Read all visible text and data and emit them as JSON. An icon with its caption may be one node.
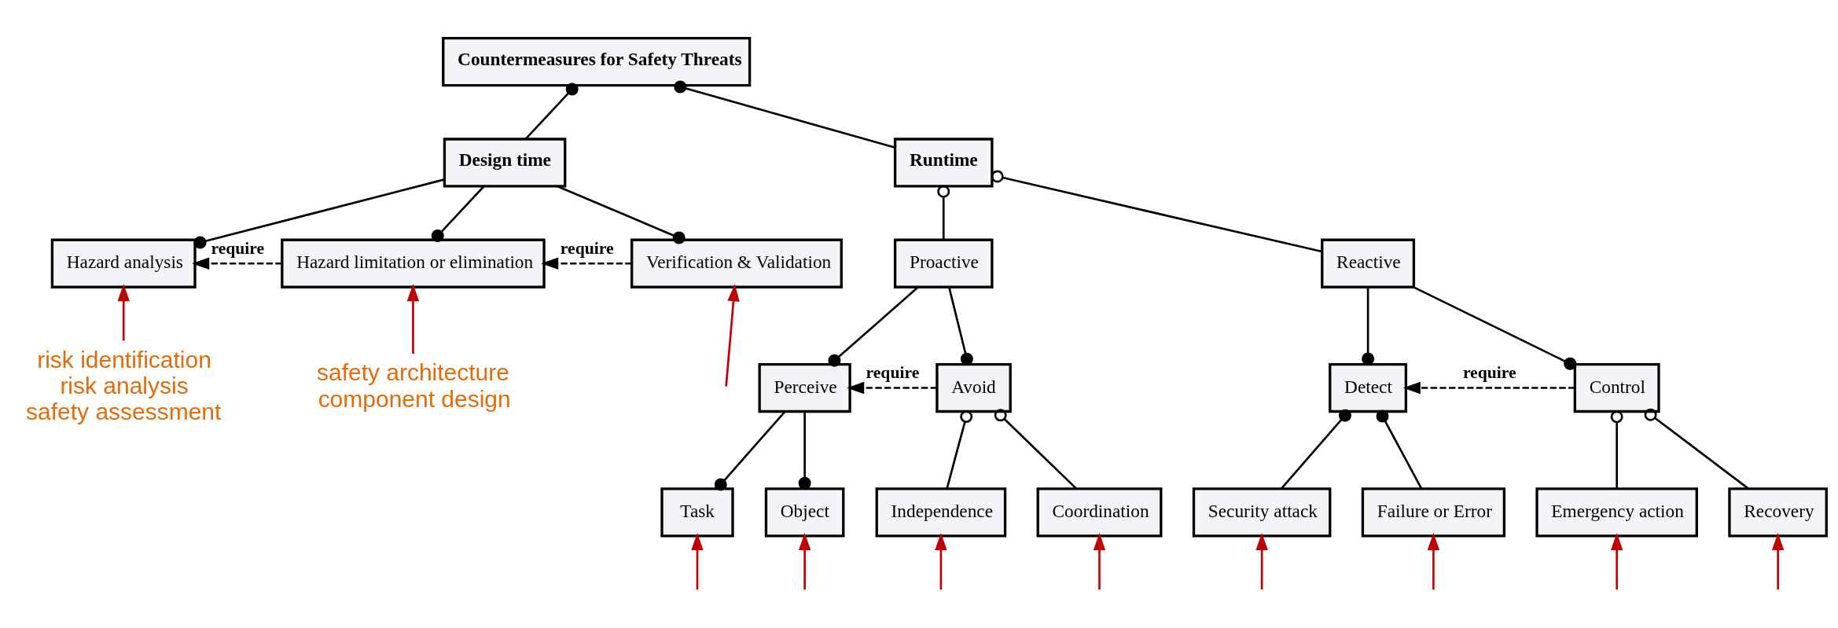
{
  "diagram": {
    "nodes": [
      {
        "text": [
          "Countermeasures for Safety Threats"
        ]
      },
      {
        "text": [
          "Design time"
        ]
      },
      {
        "text": [
          "Runtime"
        ]
      },
      {
        "text": [
          "Hazard analysis"
        ]
      },
      {
        "text": [
          "Hazard limitation or elimination"
        ]
      },
      {
        "text": [
          "Verification & Validation"
        ]
      },
      {
        "text": [
          "Proactive"
        ]
      },
      {
        "text": [
          "Reactive"
        ]
      },
      {
        "text": [
          "Perceive"
        ]
      },
      {
        "text": [
          "Avoid"
        ]
      },
      {
        "text": [
          "Task"
        ]
      },
      {
        "text": [
          "Object"
        ]
      },
      {
        "text": [
          "Independence"
        ]
      },
      {
        "text": [
          "Coordination"
        ]
      },
      {
        "text": [
          "Detect"
        ]
      },
      {
        "text": [
          "Control"
        ]
      },
      {
        "text": [
          "Security attack"
        ]
      },
      {
        "text": [
          "Failure or Error"
        ]
      },
      {
        "text": [
          "Emergency action"
        ]
      },
      {
        "text": [
          "Recovery"
        ]
      },
      {
        "text": [
          "risk identification",
          "risk analysis",
          "safety assessment"
        ]
      },
      {
        "text": [
          "safety architecture",
          "component design"
        ]
      }
    ],
    "edges": [
      {
        "from": 0,
        "to": 1,
        "arrow": "other"
      },
      {
        "from": 0,
        "to": 2,
        "arrow": "other"
      },
      {
        "from": 1,
        "to": 3,
        "arrow": "other"
      },
      {
        "from": 1,
        "to": 4,
        "arrow": "other"
      },
      {
        "from": 1,
        "to": 5,
        "arrow": "other"
      },
      {
        "from": 2,
        "to": 6,
        "arrow": "other"
      },
      {
        "from": 2,
        "to": 7,
        "arrow": "other"
      },
      {
        "from": 6,
        "to": 8,
        "arrow": "other"
      },
      {
        "from": 6,
        "to": 9,
        "arrow": "other"
      },
      {
        "from": 7,
        "to": 14,
        "arrow": "other"
      },
      {
        "from": 7,
        "to": 15,
        "arrow": "other"
      },
      {
        "from": 8,
        "to": 10,
        "arrow": "other"
      },
      {
        "from": 8,
        "to": 11,
        "arrow": "other"
      },
      {
        "from": 9,
        "to": 12,
        "arrow": "other"
      },
      {
        "from": 9,
        "to": 13,
        "arrow": "other"
      },
      {
        "from": 14,
        "to": 16,
        "arrow": "other"
      },
      {
        "from": 14,
        "to": 17,
        "arrow": "other"
      },
      {
        "from": 15,
        "to": 18,
        "arrow": "other"
      },
      {
        "from": 15,
        "to": 19,
        "arrow": "other"
      },
      {
        "from": 4,
        "to": 3,
        "arrow": "to",
        "label": "require",
        "style": "dashed"
      },
      {
        "from": 5,
        "to": 4,
        "arrow": "to",
        "label": "require",
        "style": "dashed"
      },
      {
        "from": 9,
        "to": 8,
        "arrow": "to",
        "label": "require",
        "style": "dashed"
      },
      {
        "from": 15,
        "to": 14,
        "arrow": "to",
        "label": "require",
        "style": "dashed"
      },
      {
        "from": 20,
        "to": 3,
        "arrow": "to",
        "color": "#c00000"
      },
      {
        "from": 21,
        "to": 4,
        "arrow": "to",
        "color": "#c00000"
      },
      {
        "from": null,
        "to": 5,
        "arrow": "to",
        "color": "#c00000"
      },
      {
        "from": null,
        "to": 10,
        "arrow": "to",
        "color": "#c00000"
      },
      {
        "from": null,
        "to": 11,
        "arrow": "to",
        "color": "#c00000"
      },
      {
        "from": null,
        "to": 12,
        "arrow": "to",
        "color": "#c00000"
      },
      {
        "from": null,
        "to": 13,
        "arrow": "to",
        "color": "#c00000"
      },
      {
        "from": null,
        "to": 16,
        "arrow": "to",
        "color": "#c00000"
      },
      {
        "from": null,
        "to": 17,
        "arrow": "to",
        "color": "#c00000"
      },
      {
        "from": null,
        "to": 18,
        "arrow": "to",
        "color": "#c00000"
      },
      {
        "from": null,
        "to": 19,
        "arrow": "to",
        "color": "#c00000"
      }
    ]
  }
}
